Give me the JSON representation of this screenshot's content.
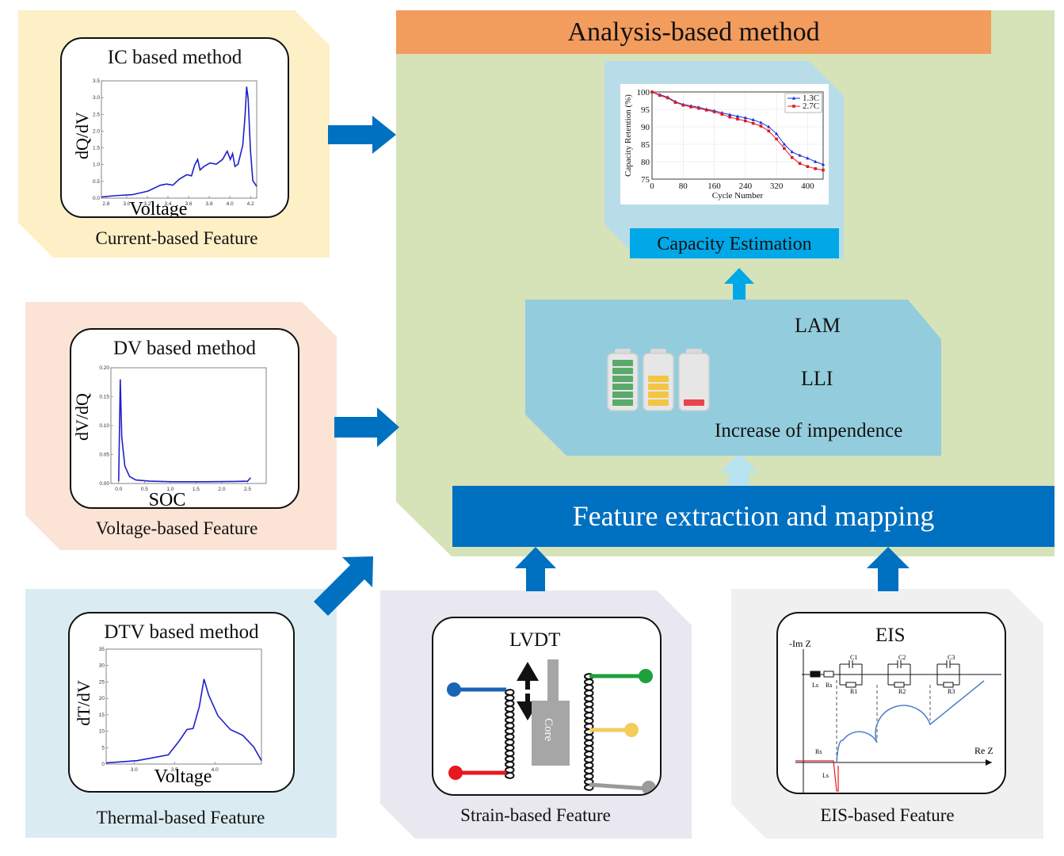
{
  "colors": {
    "main_bg": "#d6e2b8",
    "header_bg": "#f29c5d",
    "feature_bar": "#0070c0",
    "arrow": "#0070c0",
    "cap_bar": "#00a8e8",
    "cap_panel": "#b8dde8",
    "mech_panel": "#93cddd",
    "current_bg": "#fdf0c6",
    "voltage_bg": "#fbe4d5",
    "thermal_bg": "#daecf2",
    "strain_bg": "#e9e7ef",
    "eis_bg": "#f0f0f0",
    "curve": "#1f1fcc"
  },
  "main": {
    "header": "Analysis-based method",
    "feature_bar": "Feature extraction and mapping",
    "capacity_label": "Capacity Estimation",
    "mechanisms": [
      "LAM",
      "LLI",
      "Increase of impendence"
    ]
  },
  "panels": {
    "current": {
      "title": "IC based method",
      "caption": "Current-based Feature",
      "ylabel": "dQ/dV",
      "xlabel": "Voltage",
      "x_ticks": [
        "2.8",
        "3.0",
        "3.2",
        "3.4",
        "3.6",
        "3.8",
        "4.0",
        "4.2"
      ],
      "y_ticks": [
        "0.0",
        "0.5",
        "1.0",
        "1.5",
        "2.0",
        "2.5",
        "3.0",
        "3.5"
      ]
    },
    "voltage": {
      "title": "DV based method",
      "caption": "Voltage-based Feature",
      "ylabel": "dV/dQ",
      "xlabel": "SOC",
      "x_ticks": [
        "0.0",
        "0.5",
        "1.0",
        "1.5",
        "2.0",
        "2.5"
      ],
      "y_ticks": [
        "0.00",
        "0.05",
        "0.10",
        "0.15",
        "0.20"
      ]
    },
    "thermal": {
      "title": "DTV based method",
      "caption": "Thermal-based Feature",
      "ylabel": "dT/dV",
      "xlabel": "Voltage",
      "x_ticks": [
        "3.0",
        "3.5",
        "4.0"
      ],
      "y_ticks": [
        "0",
        "5",
        "10",
        "15",
        "20",
        "25",
        "30",
        "35"
      ]
    },
    "strain": {
      "title": "LVDT",
      "caption": "Strain-based Feature",
      "core_label": "Core"
    },
    "eis": {
      "title": "EIS",
      "caption": "EIS-based Feature",
      "y_axis": "-Im Z",
      "x_axis": "Re Z",
      "capacitors": [
        "C1",
        "C2",
        "C3"
      ],
      "resistors": [
        "R1",
        "R2",
        "R3"
      ],
      "series": [
        "Ls",
        "Rs"
      ],
      "nyquist_labels": [
        "Rs",
        "Ls"
      ]
    }
  },
  "chart_data": [
    {
      "type": "line",
      "title": "",
      "xlabel": "Cycle Number",
      "ylabel": "Capacity Retention (%)",
      "xlim": [
        0,
        440
      ],
      "ylim": [
        75,
        100
      ],
      "x_ticks": [
        "0",
        "80",
        "160",
        "240",
        "320",
        "400"
      ],
      "y_ticks": [
        "75",
        "80",
        "85",
        "90",
        "95",
        "100"
      ],
      "legend": "top-right",
      "grid": true,
      "x": [
        0,
        20,
        40,
        60,
        80,
        100,
        120,
        140,
        160,
        180,
        200,
        220,
        240,
        260,
        280,
        300,
        320,
        340,
        360,
        380,
        400,
        420,
        440
      ],
      "series": [
        {
          "name": "1.3C",
          "color": "#1a2fe0",
          "marker": "triangle",
          "values": [
            100,
            99.2,
            98.5,
            97.2,
            96.4,
            96.0,
            95.6,
            95.0,
            94.6,
            94.0,
            93.5,
            93.0,
            92.6,
            92.0,
            91.2,
            90.0,
            88.0,
            85.0,
            82.8,
            81.8,
            81.0,
            80.0,
            79.2
          ]
        },
        {
          "name": "2.7C",
          "color": "#e0191f",
          "marker": "square",
          "values": [
            100,
            99.0,
            98.3,
            97.0,
            96.2,
            95.7,
            95.3,
            94.8,
            94.3,
            93.6,
            92.8,
            92.2,
            91.7,
            91.0,
            90.2,
            88.8,
            86.5,
            83.8,
            81.2,
            79.5,
            78.6,
            78.0,
            77.6
          ]
        }
      ]
    }
  ]
}
